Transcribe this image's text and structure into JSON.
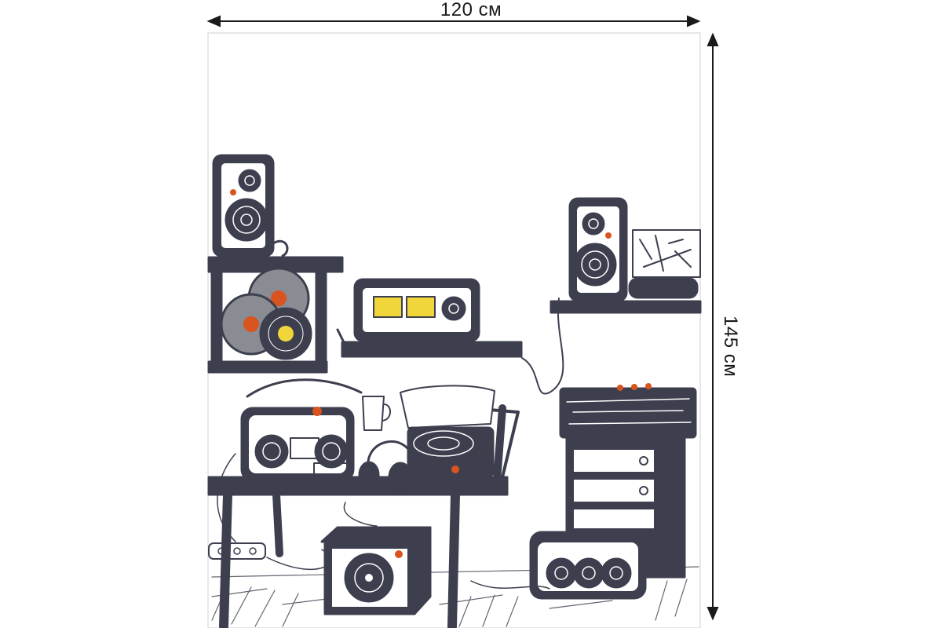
{
  "dimensions": {
    "width_label": "120 см",
    "height_label": "145 см",
    "width_cm": 120,
    "height_cm": 145
  },
  "colors": {
    "ink": "#3d3f4f",
    "accent_orange": "#d9541e",
    "accent_yellow": "#f0d63a",
    "vinyl_gray": "#8a8c93",
    "arrow": "#1a1a1a"
  },
  "artwork": {
    "icons": [
      "speaker-icon",
      "vinyl-record-icon",
      "cassette-deck-icon",
      "boombox-icon",
      "turntable-icon",
      "headphones-icon",
      "mug-icon",
      "amplifier-icon",
      "mixer-icon",
      "poster-icon"
    ]
  }
}
